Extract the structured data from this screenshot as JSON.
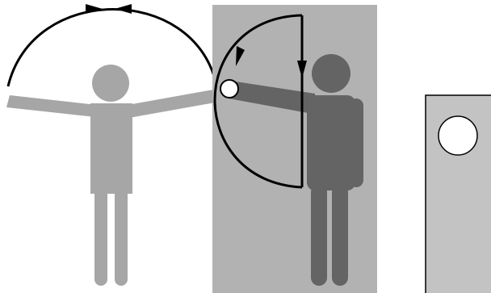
{
  "diagram": {
    "panels": [
      {
        "id": "front-view",
        "figure_color": "#a6a6a6",
        "arc_direction": "clockwise-over-head"
      },
      {
        "id": "side-view",
        "background": "#b2b2b2",
        "figure_color": "#646464",
        "arc_direction": "up-front-then-down"
      },
      {
        "id": "top-view",
        "background": "#c3c3c3"
      }
    ],
    "colors": {
      "arc": "#000000",
      "joint_marker": "#ffffff",
      "page": "#ffffff"
    },
    "icons": [
      "shoulder-joint-marker",
      "arrowhead-icon"
    ]
  }
}
